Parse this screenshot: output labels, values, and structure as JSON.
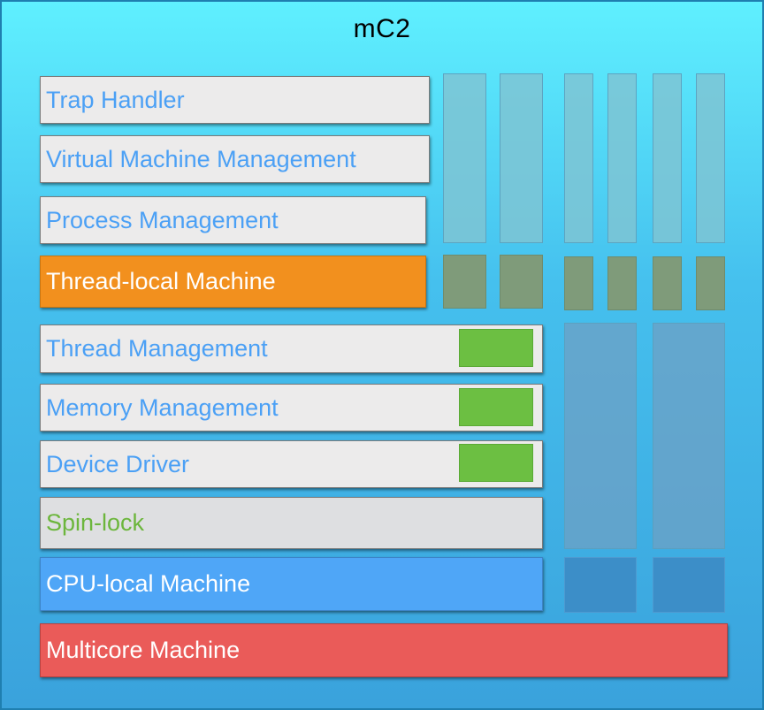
{
  "title": "mC2",
  "layers": {
    "trap_handler": "Trap Handler",
    "vm_management": "Virtual Machine Management",
    "process_management": "Process Management",
    "thread_local_machine": "Thread-local Machine",
    "thread_management": "Thread Management",
    "memory_management": "Memory Management",
    "device_driver": "Device Driver",
    "spin_lock": "Spin-lock",
    "cpu_local_machine": "CPU-local Machine",
    "multicore_machine": "Multicore Machine"
  },
  "colors": {
    "background_top": "#5ff0ff",
    "background_bottom": "#3aa2dc",
    "layer_text_blue": "#4ba0f5",
    "spin_lock_text": "#6cb63c",
    "thread_local": "#f2901e",
    "cpu_local": "#4fa6f7",
    "multicore": "#ea5b59",
    "green_marker": "#6cbf42"
  }
}
